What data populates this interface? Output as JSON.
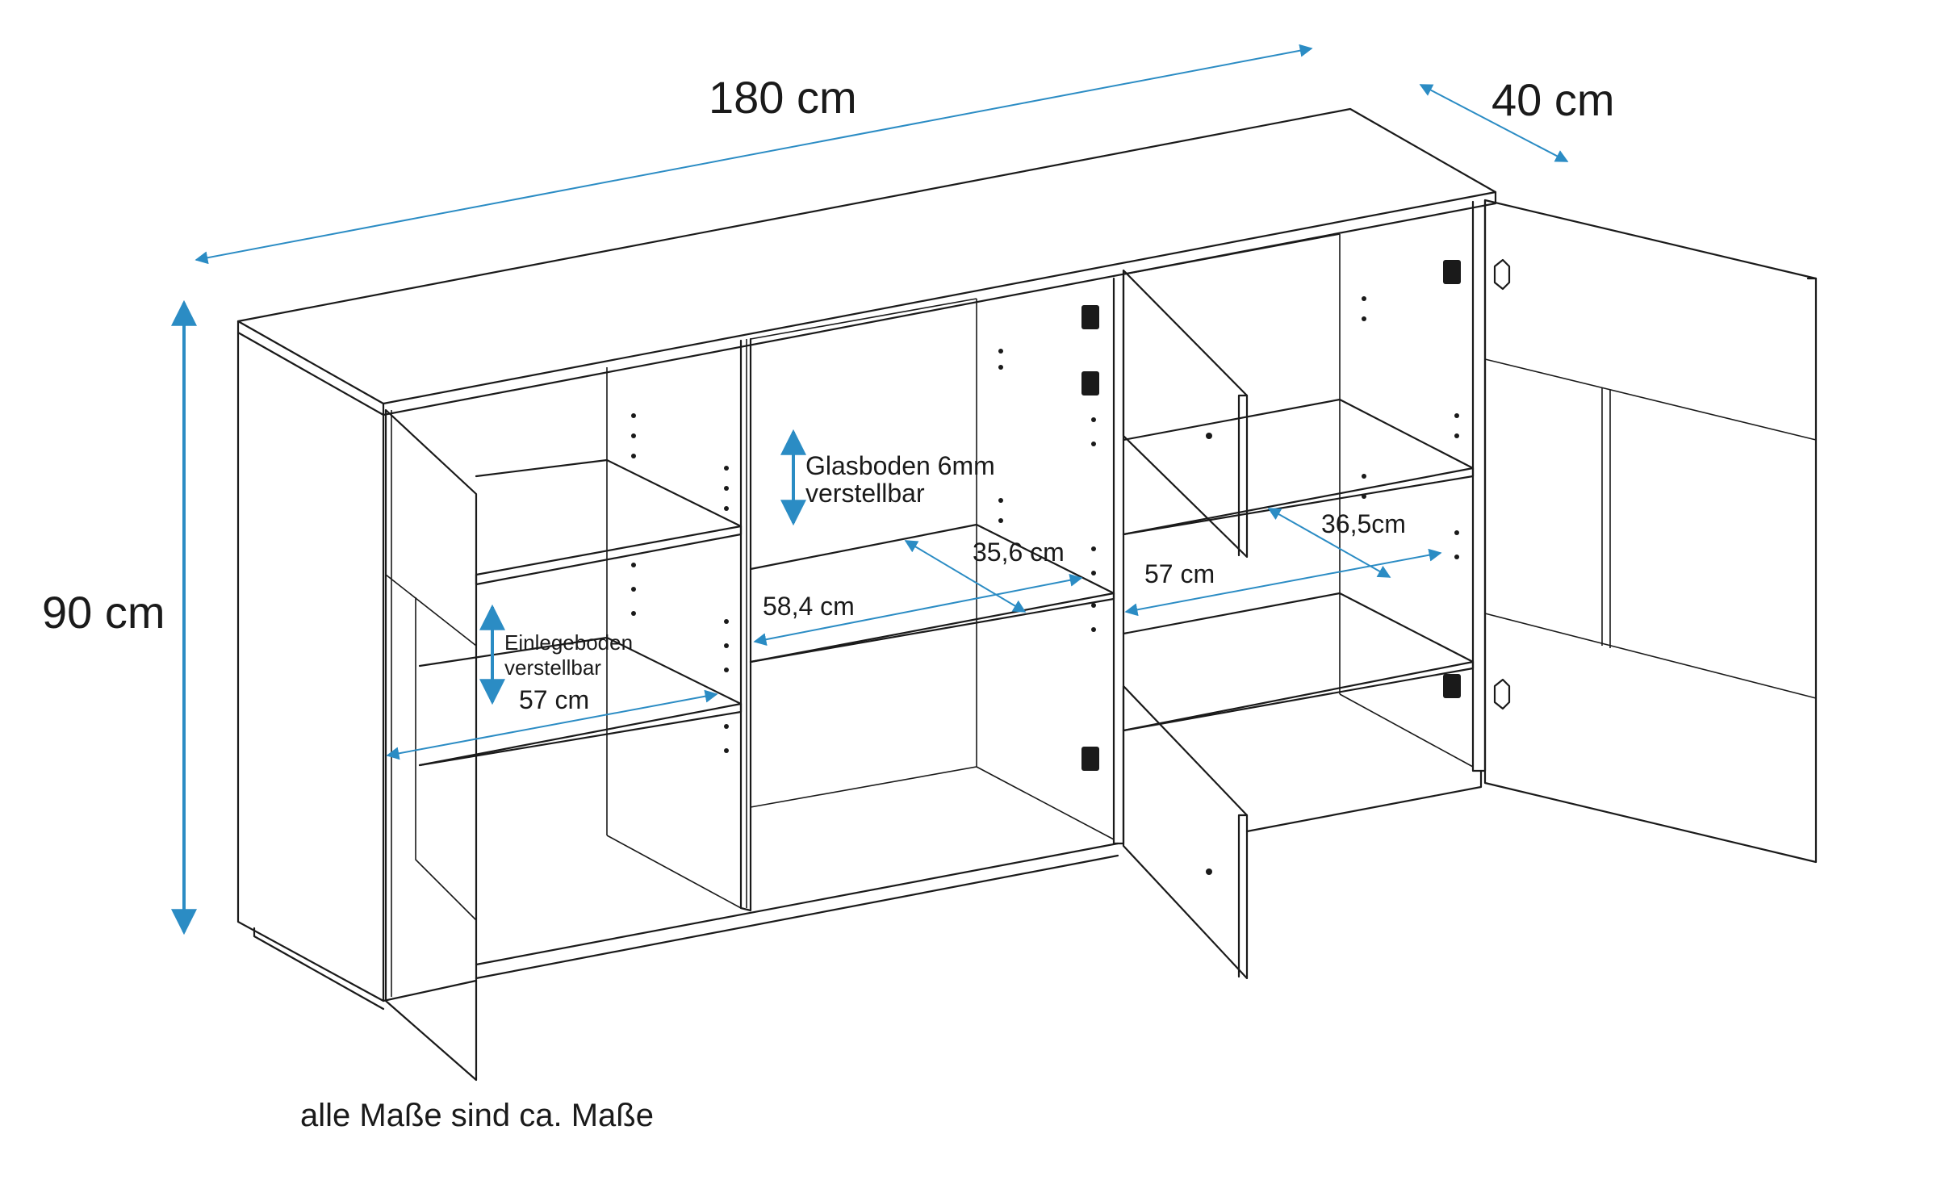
{
  "dimensions": {
    "width": "180 cm",
    "depth": "40 cm",
    "height": "90 cm"
  },
  "labels": {
    "glass_shelf": "Glasboden 6mm",
    "glass_shelf_sub": "verstellbar",
    "insert_shelf": "Einlegeboden",
    "insert_shelf_sub": "verstellbar",
    "left_width": "57 cm",
    "middle_width": "58,4 cm",
    "middle_depth": "35,6 cm",
    "right_width": "57 cm",
    "right_depth": "36,5cm"
  },
  "footnote": "alle Maße sind ca. Maße",
  "colors": {
    "line": "#1a1a1a",
    "dimension": "#2b8cc4",
    "background": "#ffffff"
  }
}
